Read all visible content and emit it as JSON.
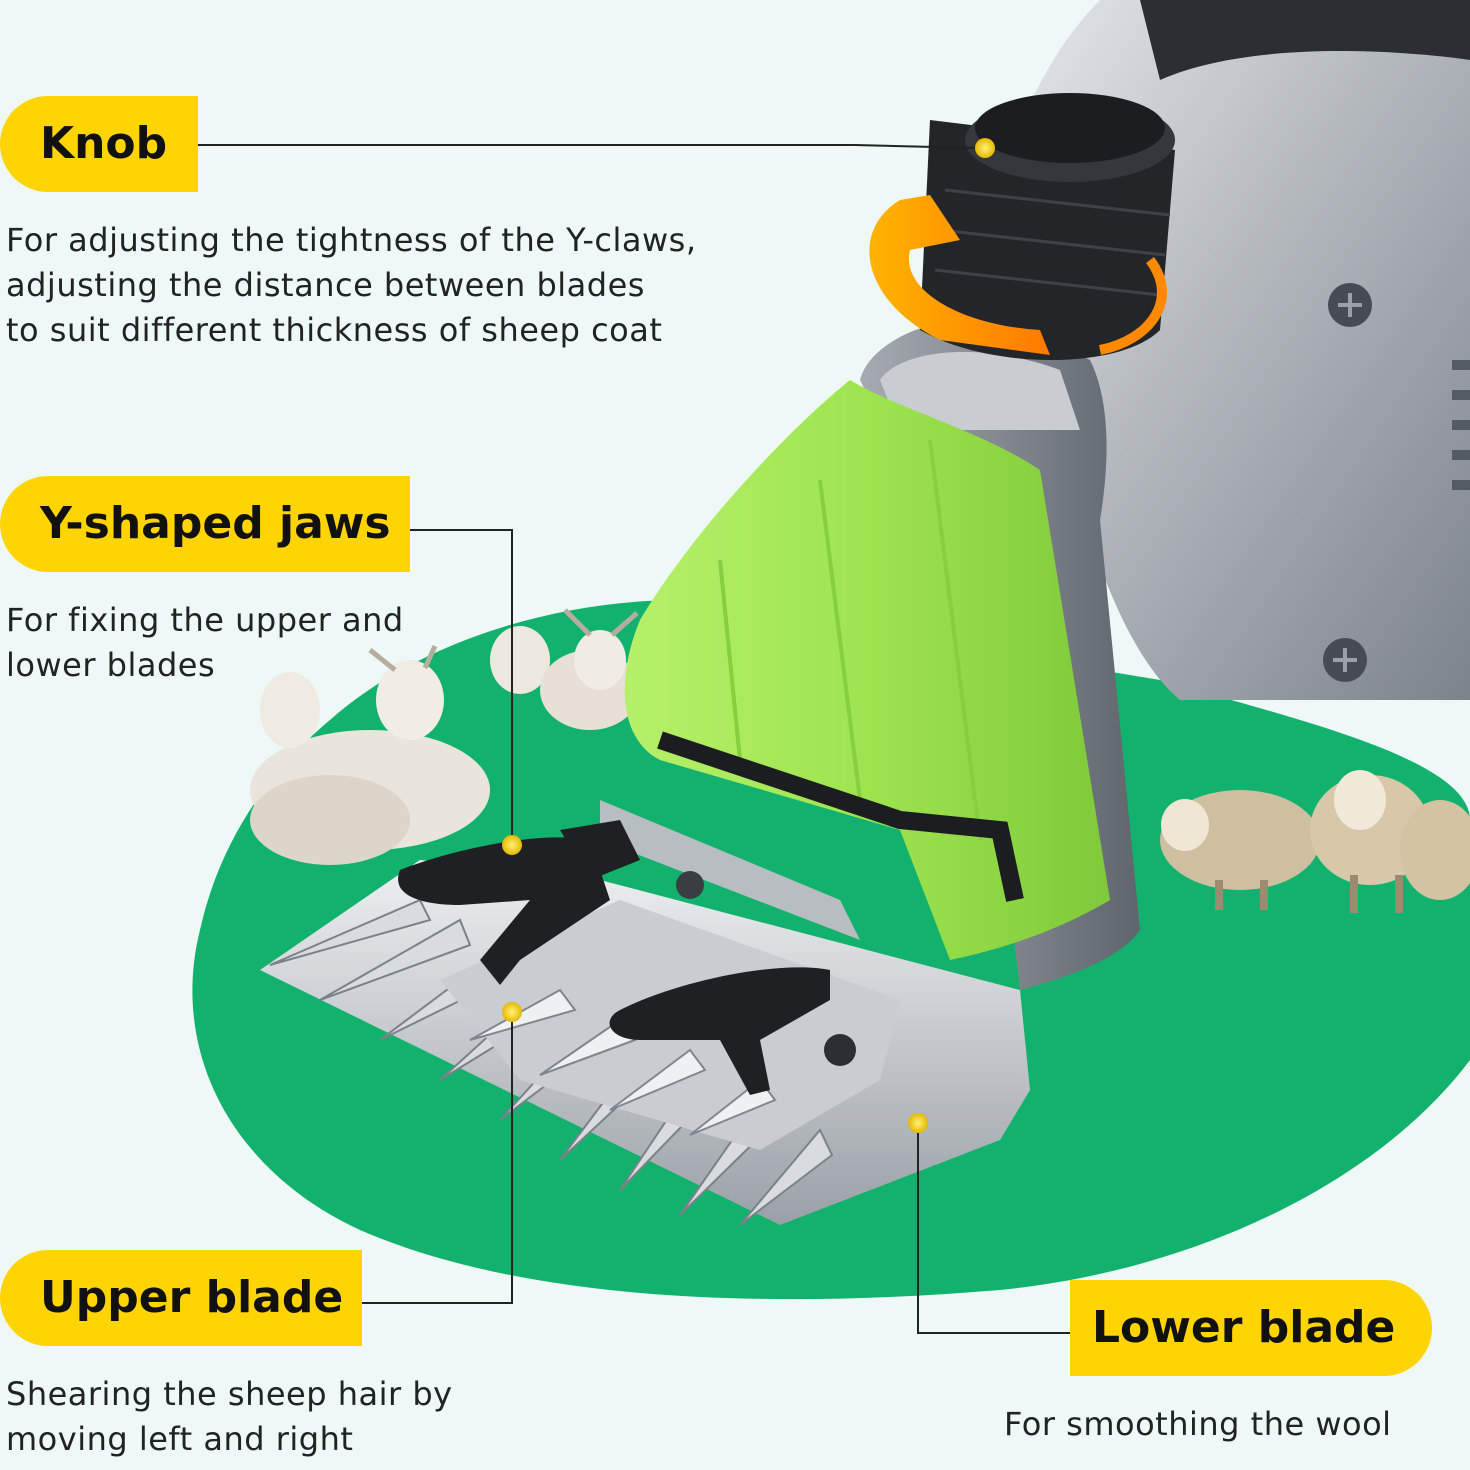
{
  "callouts": {
    "knob": {
      "title": "Knob",
      "description": [
        "For adjusting the tightness of the Y-claws,",
        "adjusting the distance between blades",
        "to suit different thickness of sheep coat"
      ]
    },
    "jaws": {
      "title": "Y-shaped jaws",
      "description": [
        "For fixing the upper and",
        "lower blades"
      ]
    },
    "upper_blade": {
      "title": "Upper blade",
      "description": [
        "Shearing the sheep hair by",
        "moving left and right"
      ]
    },
    "lower_blade": {
      "title": "Lower blade",
      "description": [
        "For smoothing the wool"
      ]
    }
  },
  "colors": {
    "label_bg": "#ffd400",
    "ground_green": "#12b26e",
    "cover_green": "#9ee44f",
    "body_silver": "#b9bec3",
    "marker_yellow": "#ffe14a",
    "background": "#eef8f6"
  },
  "icons": {
    "rotation_arrow": "rotate-arrow-icon",
    "marker": "dot-marker-icon"
  }
}
